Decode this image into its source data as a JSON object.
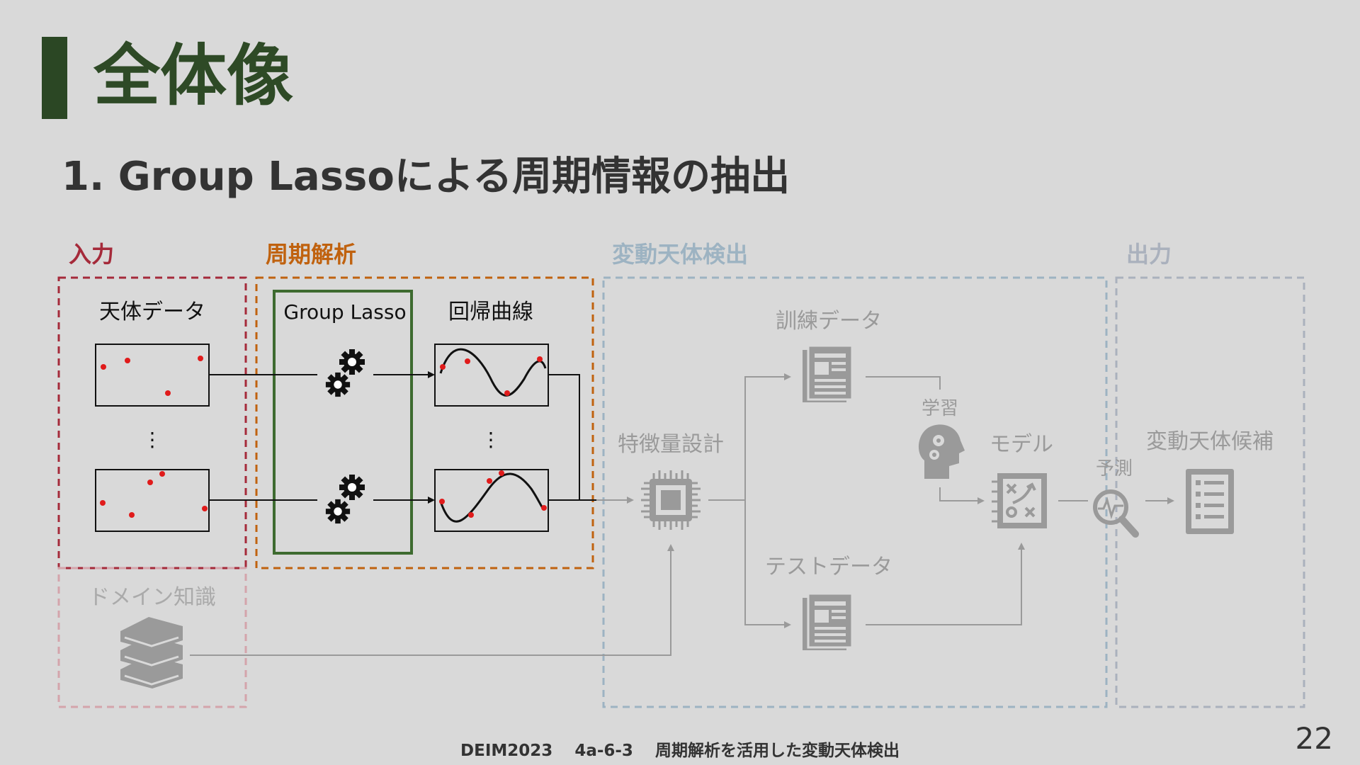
{
  "slide": {
    "title": "全体像",
    "subtitle": "1. Group Lassoによる周期情報の抽出",
    "footer": "DEIM2023　 4a-6-3　 周期解析を活用した変動天体検出",
    "page_number": "22"
  },
  "sections": {
    "input": "入力",
    "period": "周期解析",
    "detect": "変動天体検出",
    "output": "出力"
  },
  "labels": {
    "astro_data": "天体データ",
    "group_lasso": "Group Lasso",
    "regression": "回帰曲線",
    "domain": "ドメイン知識",
    "feature": "特徴量設計",
    "train": "訓練データ",
    "test": "テストデータ",
    "learn": "学習",
    "model": "モデル",
    "predict": "予測",
    "candidate": "変動天体候補",
    "ellipsis": "⋮"
  },
  "colors": {
    "input": "#a52a3a",
    "period": "#c0620f",
    "detect": "#9db3c2",
    "output": "#aab1bd",
    "lasso_box": "#3e6b30",
    "dots": "#e01b1b",
    "gray": "#9a9a9a",
    "title": "#2e4a26"
  },
  "icons": [
    "gear-icon",
    "chip-icon",
    "document-icon",
    "head-gears-icon",
    "model-icon",
    "magnifier-icon",
    "list-icon",
    "books-icon"
  ]
}
